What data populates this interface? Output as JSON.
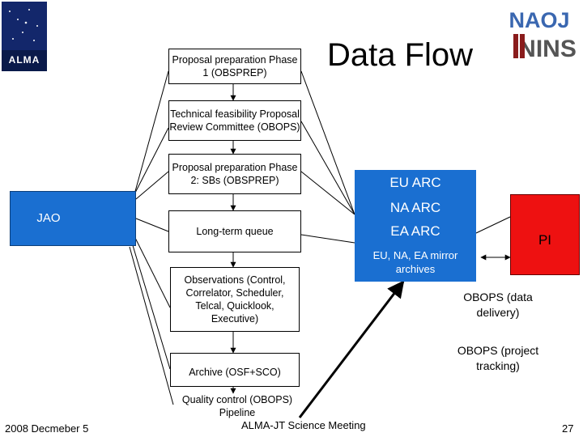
{
  "title": "Data Flow",
  "boxes": {
    "obsprep1": "Proposal preparation Phase 1 (OBSPREP)",
    "feasibility": "Technical feasibility Proposal Review Committee (OBOPS)",
    "obsprep2": "Proposal preparation Phase 2: SBs (OBSPREP)",
    "queue": "Long-term queue",
    "observations": "Observations (Control, Correlator, Scheduler, Telcal, Quicklook, Executive)",
    "archive": "Archive (OSF+SCO)",
    "qc": "Quality control (OBOPS) Pipeline"
  },
  "jao": "JAO",
  "arcs": [
    "EU ARC",
    "NA ARC",
    "EA ARC"
  ],
  "mirror": "EU, NA, EA mirror archives",
  "pi": "PI",
  "obops_delivery": "OBOPS (data delivery)",
  "obops_tracking": "OBOPS (project tracking)",
  "footer": {
    "date": "2008 Decmeber 5",
    "meeting": "ALMA-JT Science Meeting",
    "page": "27"
  },
  "logos": {
    "alma": "ALMA",
    "naoj": "NAOJ",
    "nins": "NINS"
  },
  "colors": {
    "arc_blue": "#1a6fd1",
    "pi_red": "#ee1111"
  }
}
